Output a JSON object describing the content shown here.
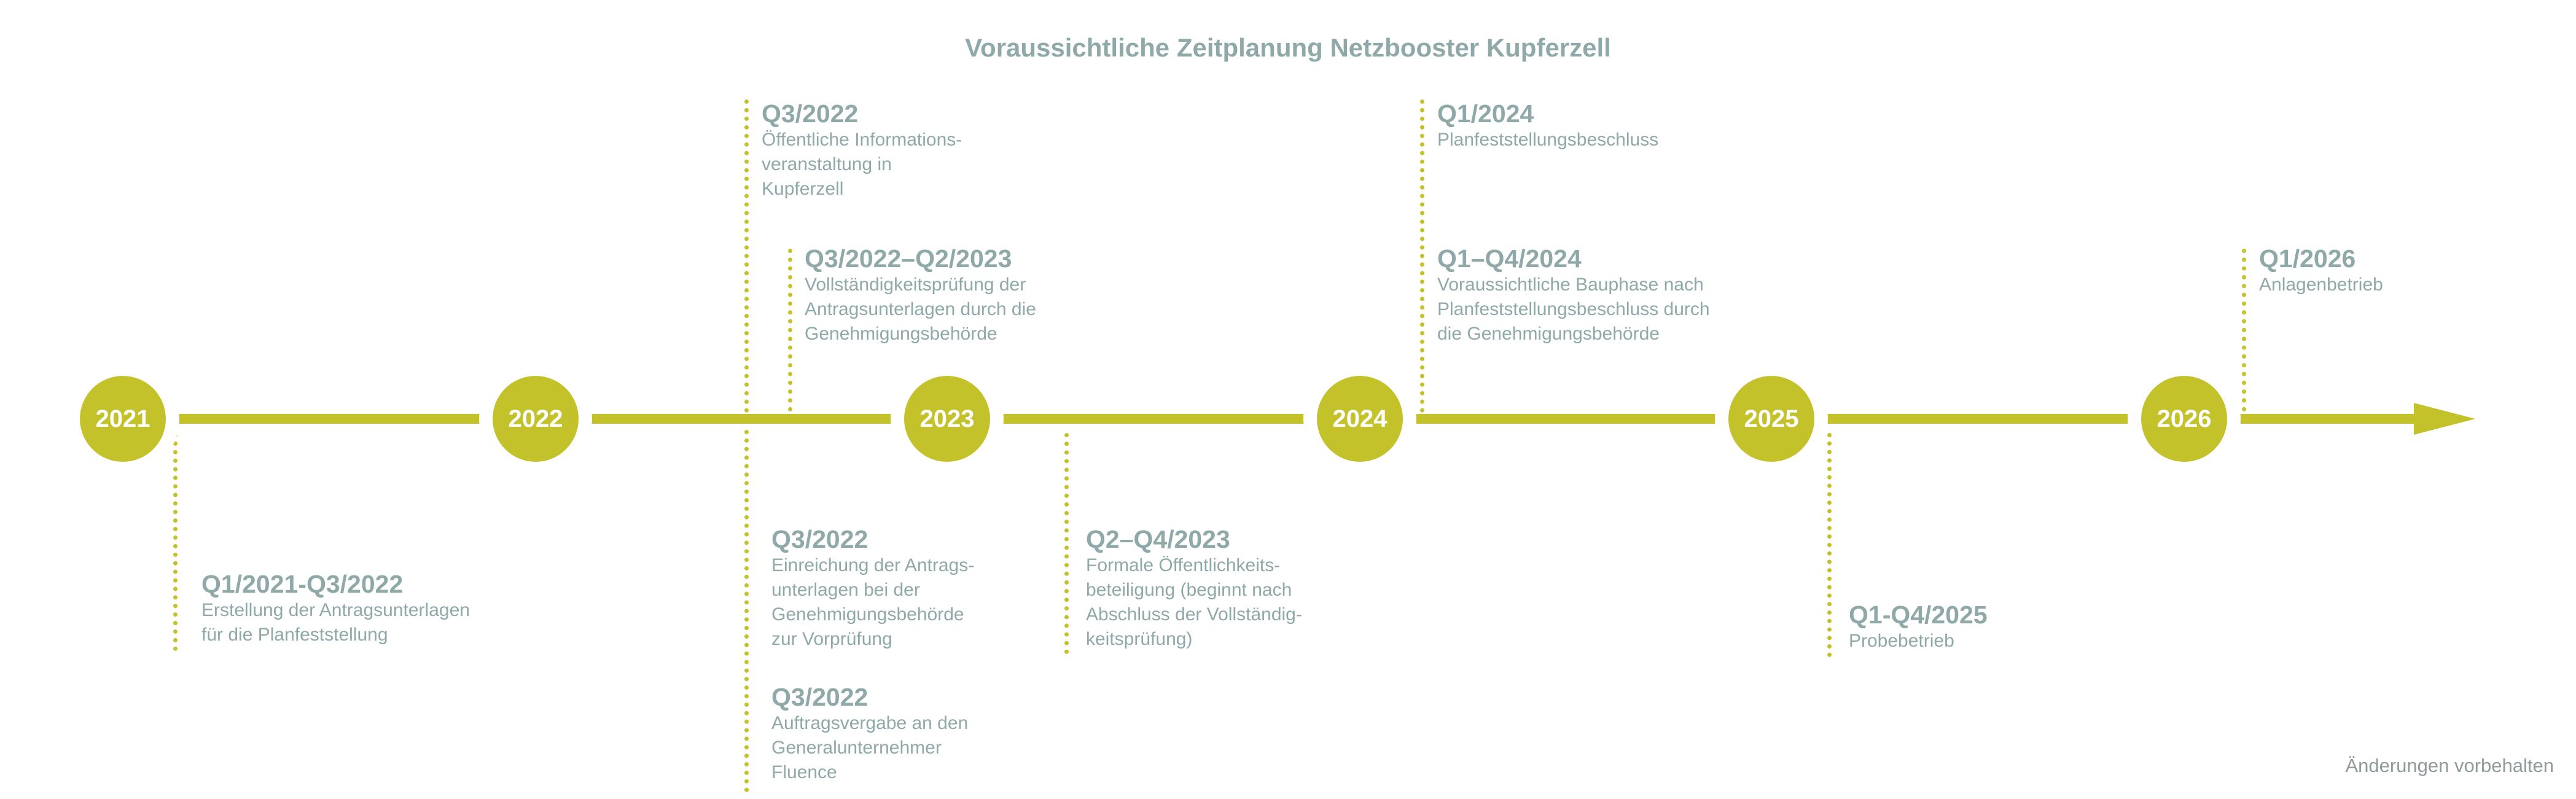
{
  "title": "Voraussichtliche Zeitplanung Netzbooster Kupferzell",
  "years": [
    "2021",
    "2022",
    "2023",
    "2024",
    "2025",
    "2026"
  ],
  "milestones": {
    "q1_2021_q3_2022": {
      "title": "Q1/2021-Q3/2022",
      "desc": "Erstellung der Antragsunterlagen\nfür die Planfeststellung"
    },
    "q3_2022_info": {
      "title": "Q3/2022",
      "desc": "Öffentliche Informations-\nveranstaltung in\nKupferzell"
    },
    "q3_2022_q2_2023": {
      "title": "Q3/2022–Q2/2023",
      "desc": "Vollständigkeitsprüfung der\nAntragsunterlagen durch die\nGenehmigungsbehörde"
    },
    "q3_2022_einreichung": {
      "title": "Q3/2022",
      "desc": "Einreichung der Antrags-\nunterlagen bei der\nGenehmigungsbehörde\nzur Vorprüfung"
    },
    "q3_2022_auftrag": {
      "title": "Q3/2022",
      "desc": "Auftragsvergabe an den\nGeneralunternehmer\nFluence"
    },
    "q2_q4_2023": {
      "title": "Q2–Q4/2023",
      "desc": "Formale Öffentlichkeits-\nbeteiligung (beginnt nach\nAbschluss der Vollständig-\nkeitsprüfung)"
    },
    "q1_2024": {
      "title": "Q1/2024",
      "desc": "Planfeststellungsbeschluss"
    },
    "q1_q4_2024": {
      "title": "Q1–Q4/2024",
      "desc": "Voraussichtliche Bauphase nach\nPlanfeststellungsbeschluss durch\ndie Genehmigungsbehörde"
    },
    "q1_q4_2025": {
      "title": "Q1-Q4/2025",
      "desc": "Probebetrieb"
    },
    "q1_2026": {
      "title": "Q1/2026",
      "desc": "Anlagenbetrieb"
    }
  },
  "colors": {
    "accent": "#c4c22b",
    "text": "#8fa8a8"
  },
  "footnote": "Änderungen vorbehalten"
}
